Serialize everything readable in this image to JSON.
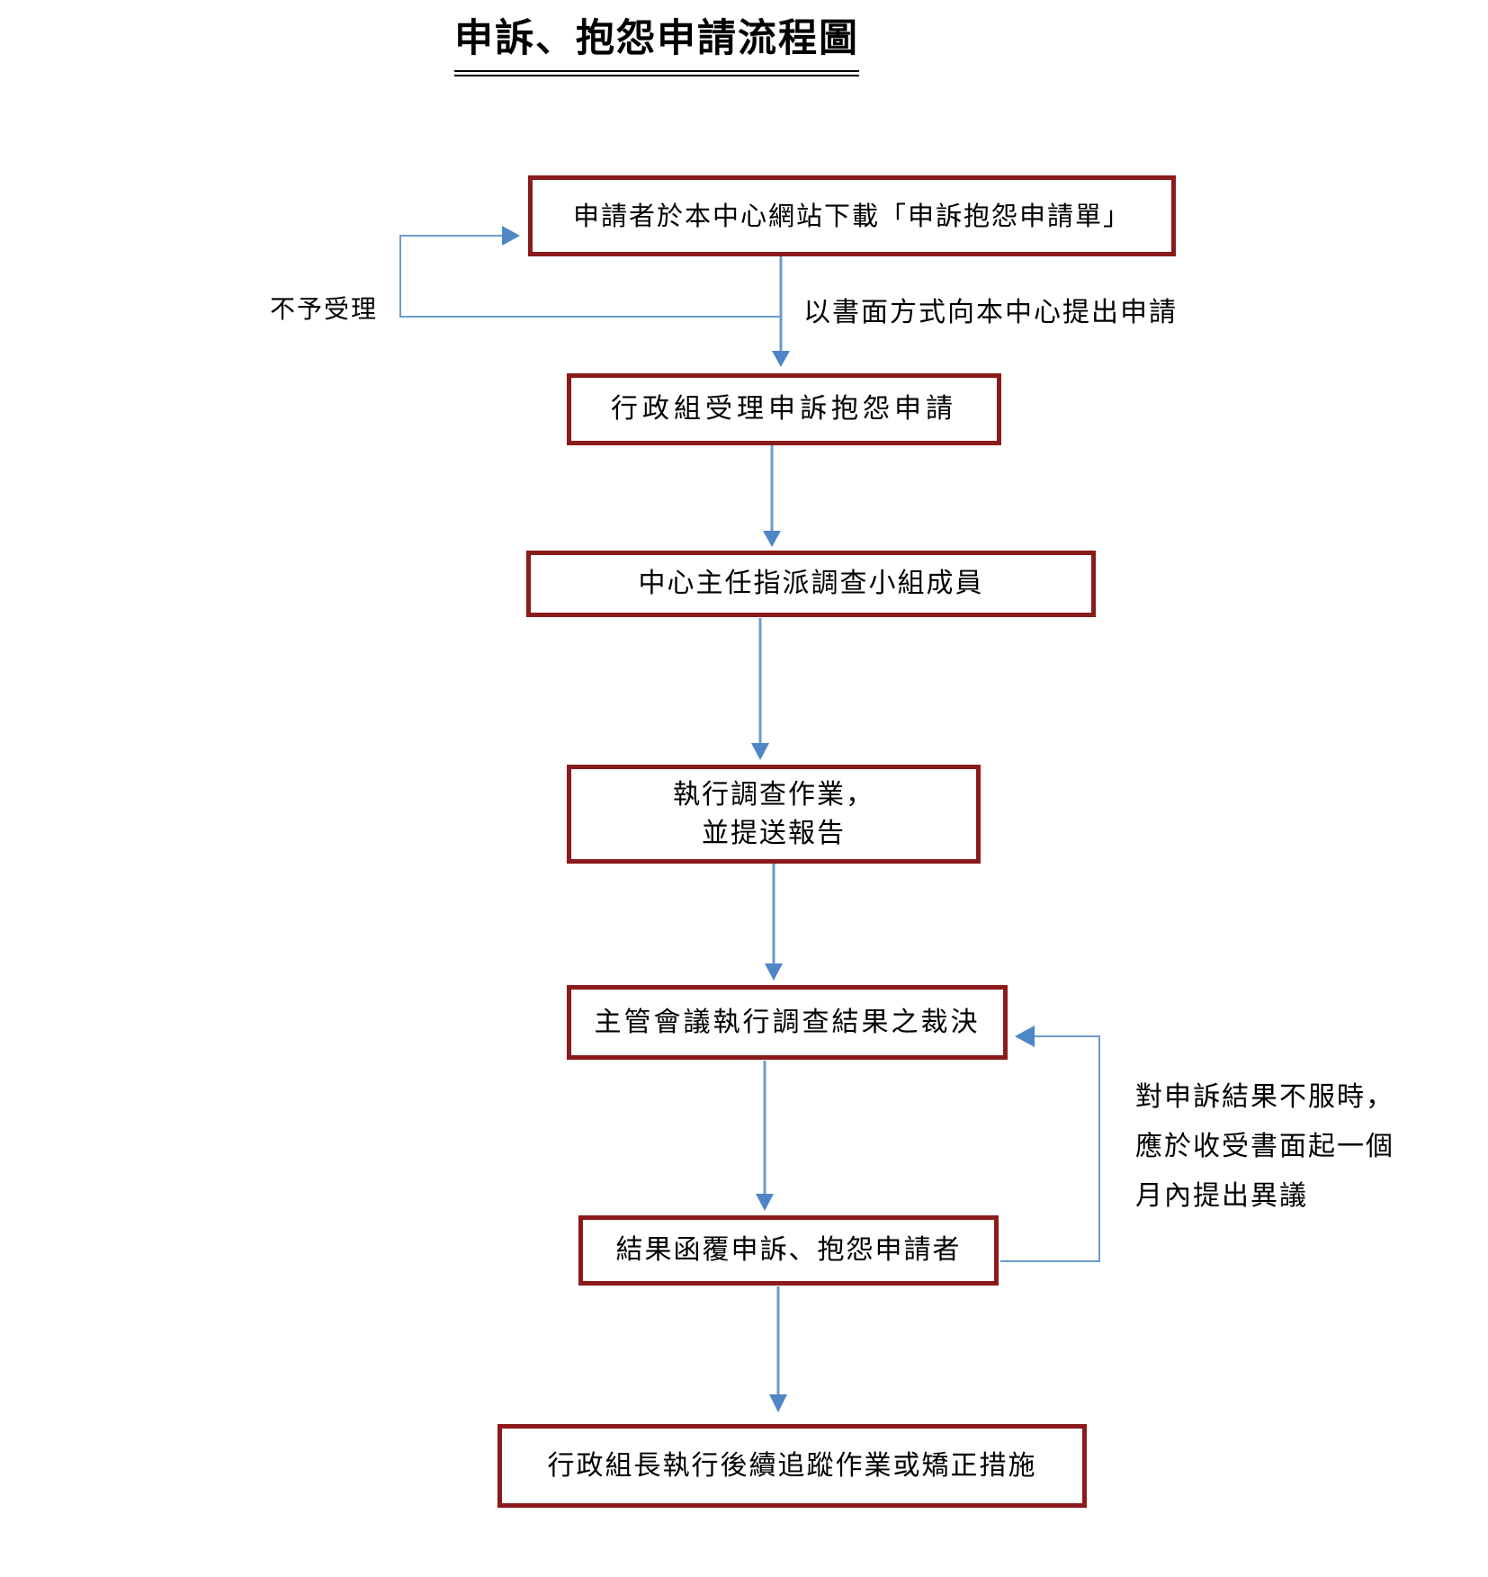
{
  "title": "申訴、抱怨申請流程圖",
  "flow": {
    "boxes": [
      {
        "label": "申請者於本中心網站下載「申訴抱怨申請單」"
      },
      {
        "label": "行政組受理申訴抱怨申請"
      },
      {
        "label": "中心主任指派調查小組成員"
      },
      {
        "label": "執行調查作業，\n並提送報告"
      },
      {
        "label": "主管會議執行調查結果之裁決"
      },
      {
        "label": "結果函覆申訴、抱怨申請者"
      },
      {
        "label": "行政組長執行後續追蹤作業或矯正措施"
      }
    ],
    "edge_labels": {
      "reject": "不予受理",
      "submit": "以書面方式向本中心提出申請",
      "objection": "對申訴結果不服時，\n應於收受書面起一個\n月內提出異議"
    }
  },
  "colors": {
    "box_border": "#8b1a1a",
    "arrow_line": "#6d9bd0",
    "arrow_head": "#4f86c6",
    "text": "#000000",
    "background": "#ffffff"
  }
}
